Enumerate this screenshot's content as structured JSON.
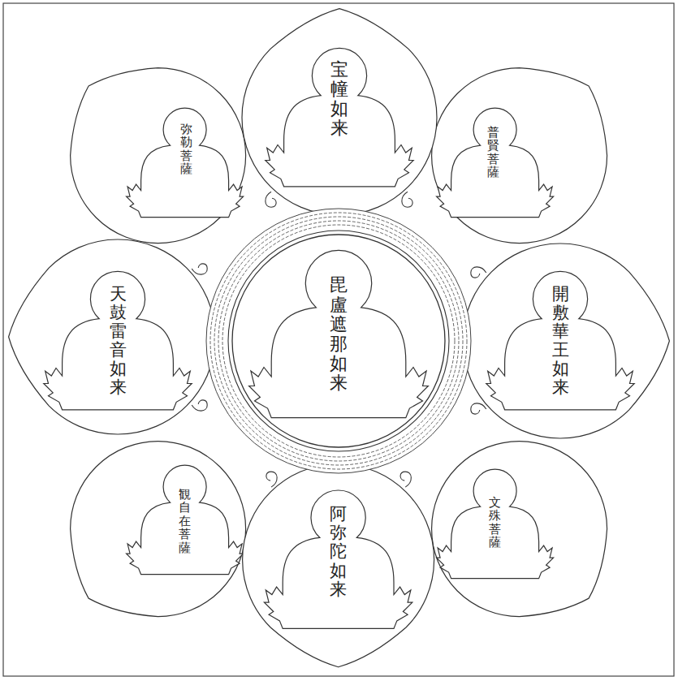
{
  "diagram": {
    "nodes": [
      {
        "text": [
          "宝幢如来"
        ]
      },
      {
        "text": [
          "弥勒菩薩"
        ]
      },
      {
        "text": [
          "普賢菩薩"
        ]
      },
      {
        "text": [
          "天鼓雷音如来"
        ]
      },
      {
        "text": [
          "毘盧遮那如来"
        ]
      },
      {
        "text": [
          "開敷華王如来"
        ]
      },
      {
        "text": [
          "観自在菩薩"
        ]
      },
      {
        "text": [
          "文殊菩薩"
        ]
      },
      {
        "text": [
          "阿弥陀如来"
        ]
      }
    ]
  }
}
